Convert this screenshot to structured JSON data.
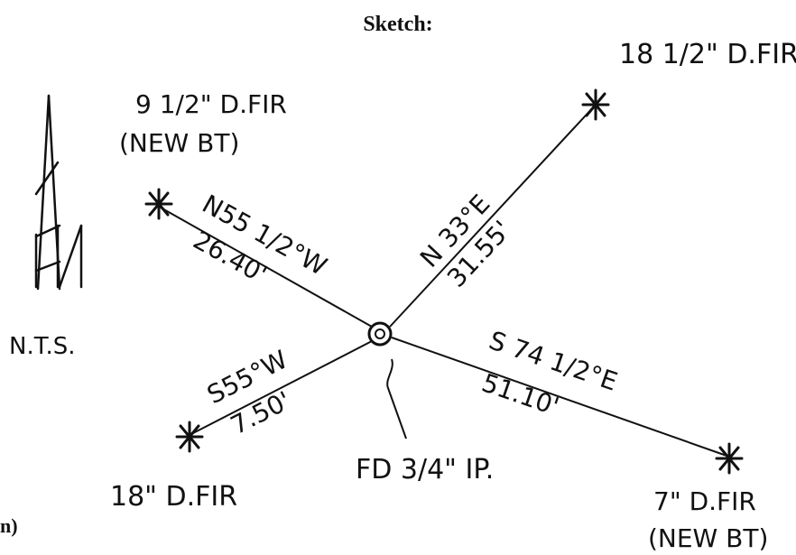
{
  "title": "Sketch:",
  "margin_text": "n)",
  "scale_note": "N.T.S.",
  "center_point": "FD 3/4\" IP.",
  "bearing_trees": [
    {
      "id": "ne",
      "bearing": "N 33°E",
      "distance": "31.55'",
      "tree_lines": [
        "18 1/2\" D.FIR"
      ]
    },
    {
      "id": "nw",
      "bearing": "N55 1/2°W",
      "distance": "26.40'",
      "tree_lines": [
        "9 1/2\" D.FIR",
        "(NEW BT)"
      ]
    },
    {
      "id": "sw",
      "bearing": "S55°W",
      "distance": "7.50'",
      "tree_lines": [
        "18\" D.FIR"
      ]
    },
    {
      "id": "se",
      "bearing": "S 74 1/2°E",
      "distance": "51.10'",
      "tree_lines": [
        "7\" D.FIR",
        "(NEW BT)"
      ]
    }
  ],
  "line_color": "#111111"
}
